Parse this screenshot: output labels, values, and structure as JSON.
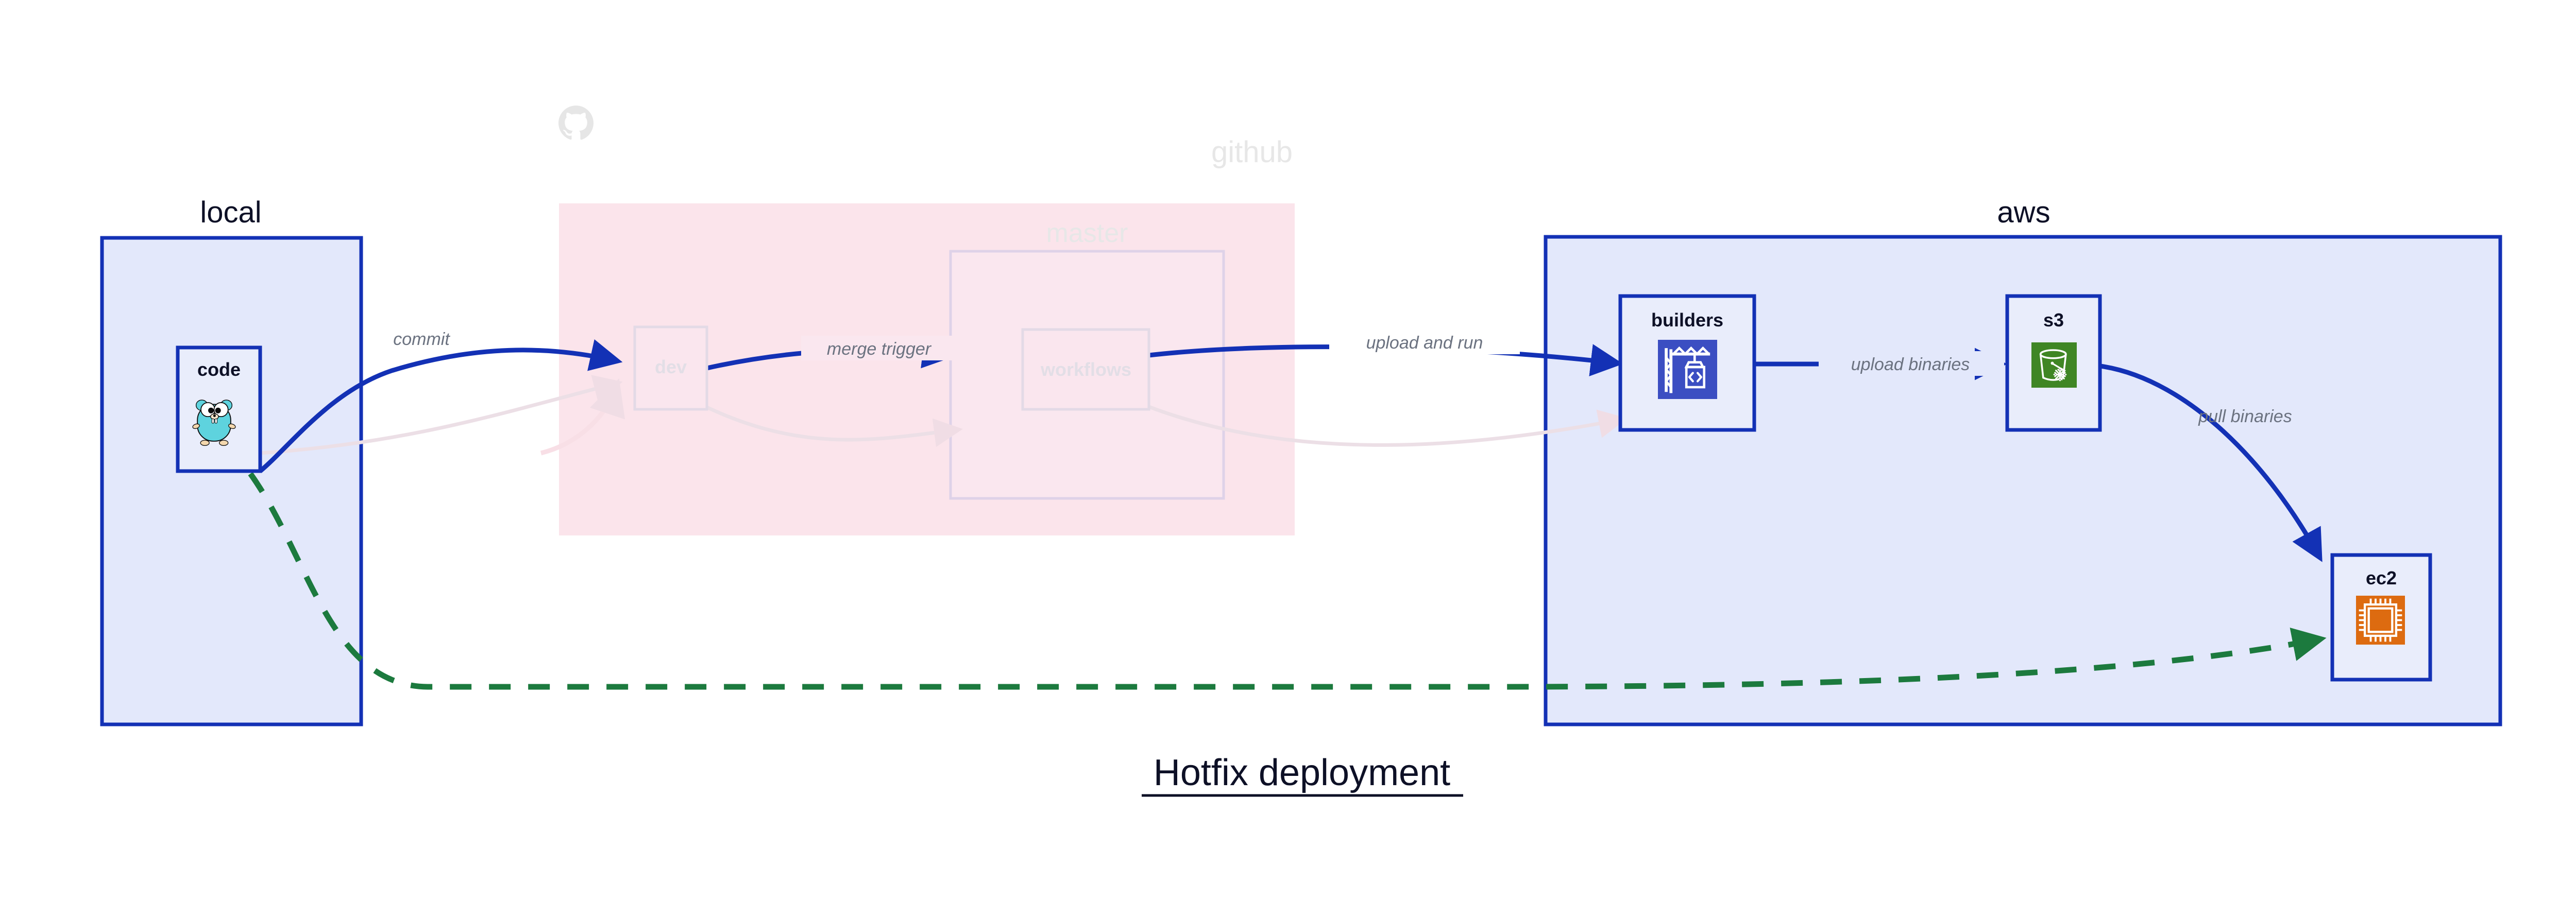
{
  "diagram": {
    "title": "Hotfix deployment",
    "colors": {
      "accent_blue": "#1331b5",
      "group_fill_blue": "#e3e8fb",
      "group_fill_pink": "#fbe4eb",
      "node_fill": "#e9edfb",
      "dashed_green": "#1c7a3e",
      "label_gray": "#6b7280",
      "text_dark": "#0d1026",
      "faded_gray": "#e6e6e6",
      "builders_icon_bg": "#3b4ec2",
      "s3_icon_bg": "#3f8624",
      "ec2_icon_bg": "#dd6b10",
      "gopher_body": "#5ed3de"
    },
    "groups": [
      {
        "id": "local",
        "label": "local",
        "state": "active"
      },
      {
        "id": "github",
        "label": "github",
        "state": "faded"
      },
      {
        "id": "aws",
        "label": "aws",
        "state": "active"
      }
    ],
    "subgroups": [
      {
        "id": "master",
        "label": "master",
        "parent": "github",
        "state": "faded"
      }
    ],
    "nodes": [
      {
        "id": "code",
        "label": "code",
        "group": "local",
        "icon": "go-gopher-icon",
        "state": "active"
      },
      {
        "id": "dev",
        "label": "dev",
        "group": "github",
        "icon": "none",
        "state": "faded"
      },
      {
        "id": "workflows",
        "label": "workflows",
        "group": "master",
        "icon": "none",
        "state": "faded"
      },
      {
        "id": "builders",
        "label": "builders",
        "group": "aws",
        "icon": "aws-codebuild-icon",
        "state": "active"
      },
      {
        "id": "s3",
        "label": "s3",
        "group": "aws",
        "icon": "aws-s3-glacier-icon",
        "state": "active"
      },
      {
        "id": "ec2",
        "label": "ec2",
        "group": "aws",
        "icon": "aws-ec2-icon",
        "state": "active"
      }
    ],
    "edges": [
      {
        "id": "commit",
        "from": "code",
        "to": "dev",
        "label": "commit",
        "style": "solid-blue",
        "state": "active"
      },
      {
        "id": "merge-trigger",
        "from": "dev",
        "to": "workflows",
        "label": "merge trigger",
        "style": "solid-blue",
        "state": "active"
      },
      {
        "id": "upload-and-run",
        "from": "workflows",
        "to": "builders",
        "label": "upload and run",
        "style": "solid-blue",
        "state": "active"
      },
      {
        "id": "upload-binaries",
        "from": "builders",
        "to": "s3",
        "label": "upload binaries",
        "style": "solid-blue",
        "state": "active"
      },
      {
        "id": "pull-binaries",
        "from": "s3",
        "to": "ec2",
        "label": "pull binaries",
        "style": "solid-blue",
        "state": "active"
      },
      {
        "id": "hotfix-direct",
        "from": "code",
        "to": "ec2",
        "label": "",
        "style": "dashed-green",
        "state": "active"
      },
      {
        "id": "faded-code-dev",
        "from": "code",
        "to": "dev",
        "label": "",
        "style": "solid-faded",
        "state": "faded"
      },
      {
        "id": "faded-dev-wf",
        "from": "dev",
        "to": "workflows",
        "label": "",
        "style": "solid-faded",
        "state": "faded"
      },
      {
        "id": "faded-wf-build",
        "from": "workflows",
        "to": "builders",
        "label": "",
        "style": "solid-faded",
        "state": "faded"
      }
    ],
    "brand_marks": [
      {
        "id": "github-octocat",
        "icon": "github-octocat-icon",
        "state": "faded"
      }
    ]
  }
}
